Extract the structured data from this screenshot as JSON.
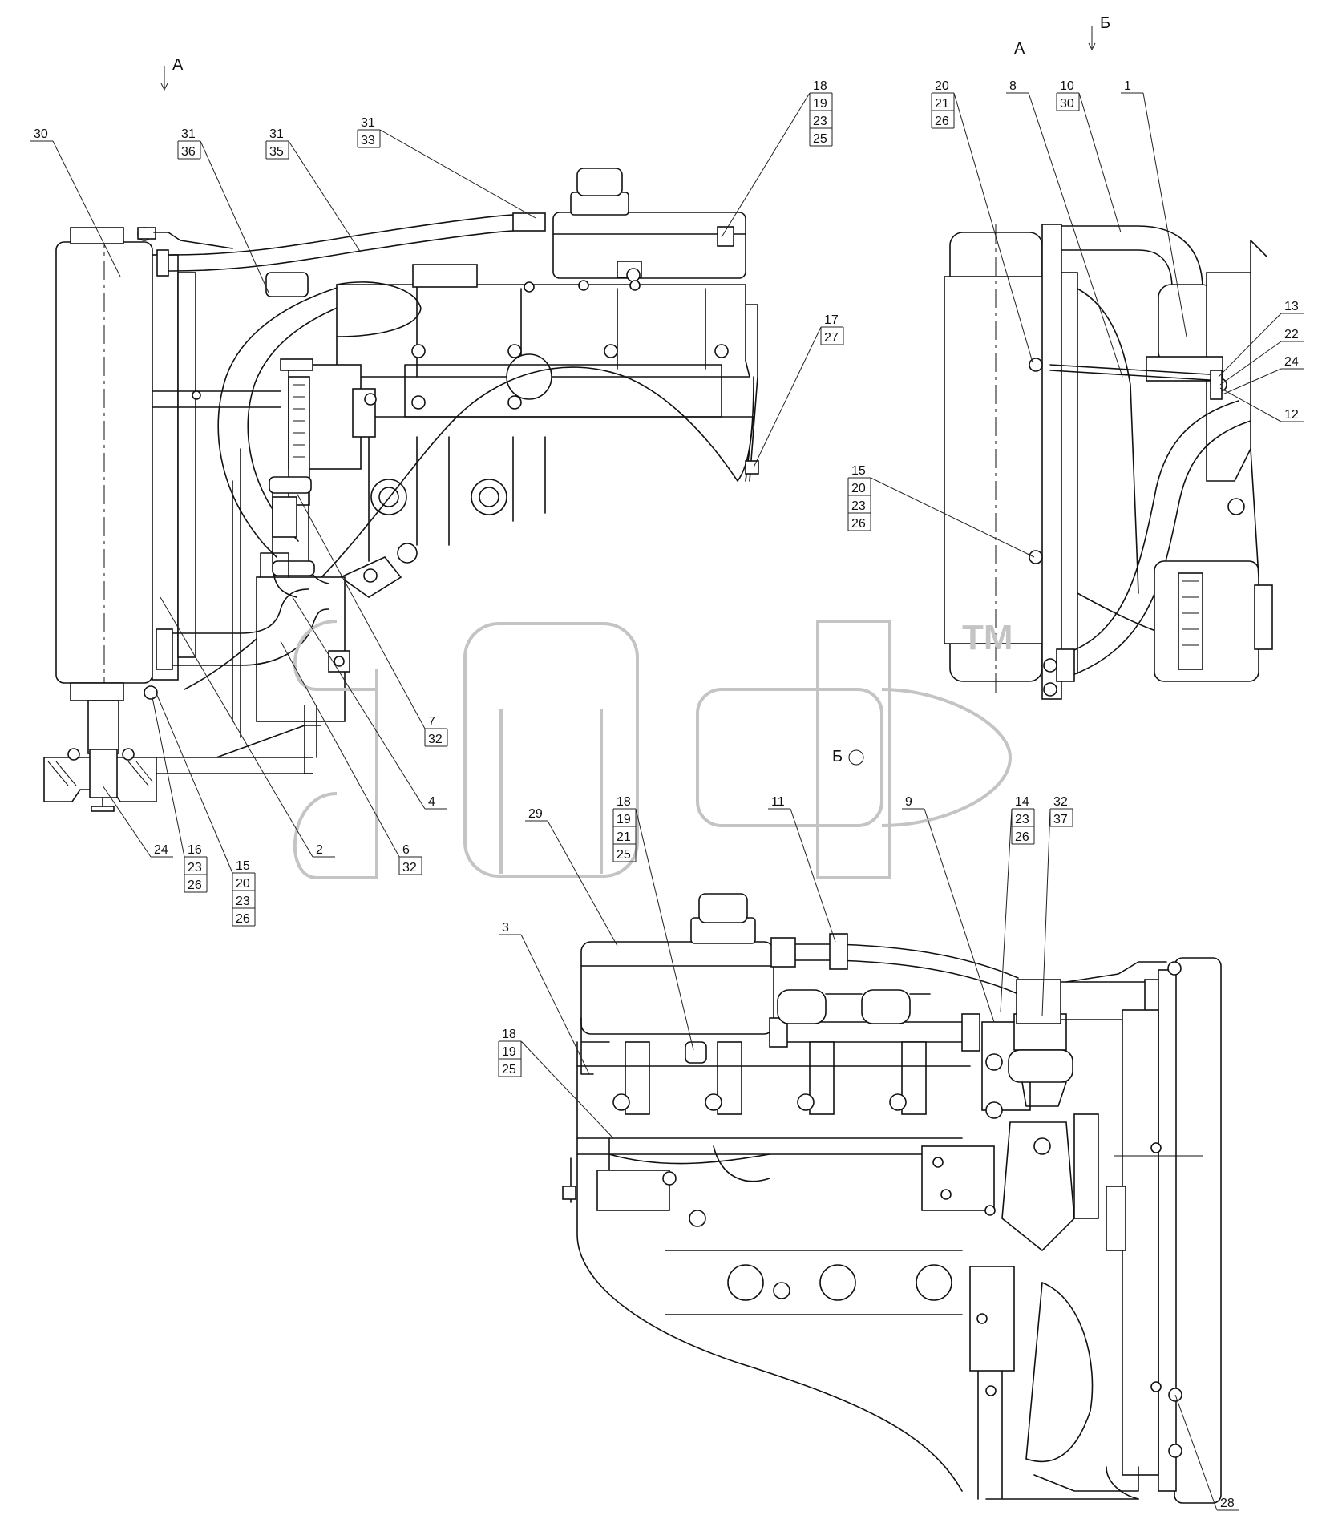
{
  "view_labels": {
    "a_left": "А",
    "a_right": "А",
    "b_top": "Б",
    "b_center": "Б"
  },
  "watermark": {
    "tm": "TM"
  },
  "callouts": [
    {
      "id": "c30",
      "lines": [
        "30"
      ]
    },
    {
      "id": "c31_36",
      "lines": [
        "31",
        "36"
      ]
    },
    {
      "id": "c31_35",
      "lines": [
        "31",
        "35"
      ]
    },
    {
      "id": "c31_33",
      "lines": [
        "31",
        "33"
      ]
    },
    {
      "id": "c18_top",
      "lines": [
        "18",
        "19",
        "23",
        "25"
      ]
    },
    {
      "id": "c17",
      "lines": [
        "17",
        "27"
      ]
    },
    {
      "id": "c7",
      "lines": [
        "7",
        "32"
      ]
    },
    {
      "id": "c4",
      "lines": [
        "4"
      ]
    },
    {
      "id": "c6",
      "lines": [
        "6",
        "32"
      ]
    },
    {
      "id": "c2",
      "lines": [
        "2"
      ]
    },
    {
      "id": "c24_left",
      "lines": [
        "24"
      ]
    },
    {
      "id": "c16",
      "lines": [
        "16",
        "23",
        "26"
      ]
    },
    {
      "id": "c15_left",
      "lines": [
        "15",
        "20",
        "23",
        "26"
      ]
    },
    {
      "id": "c20_right",
      "lines": [
        "20",
        "21",
        "26"
      ]
    },
    {
      "id": "c8",
      "lines": [
        "8"
      ]
    },
    {
      "id": "c10",
      "lines": [
        "10",
        "30"
      ]
    },
    {
      "id": "c1",
      "lines": [
        "1"
      ]
    },
    {
      "id": "c13",
      "lines": [
        "13"
      ]
    },
    {
      "id": "c22",
      "lines": [
        "22"
      ]
    },
    {
      "id": "c24_right",
      "lines": [
        "24"
      ]
    },
    {
      "id": "c12",
      "lines": [
        "12"
      ]
    },
    {
      "id": "c15_right",
      "lines": [
        "15",
        "20",
        "23",
        "26"
      ]
    },
    {
      "id": "c29",
      "lines": [
        "29"
      ]
    },
    {
      "id": "c18_mid",
      "lines": [
        "18",
        "19",
        "21",
        "25"
      ]
    },
    {
      "id": "c11",
      "lines": [
        "11"
      ]
    },
    {
      "id": "c9",
      "lines": [
        "9"
      ]
    },
    {
      "id": "c14",
      "lines": [
        "14",
        "23",
        "26"
      ]
    },
    {
      "id": "c32",
      "lines": [
        "32",
        "37"
      ]
    },
    {
      "id": "c3",
      "lines": [
        "3"
      ]
    },
    {
      "id": "c18_low",
      "lines": [
        "18",
        "19",
        "25"
      ]
    },
    {
      "id": "c28",
      "lines": [
        "28"
      ]
    }
  ]
}
